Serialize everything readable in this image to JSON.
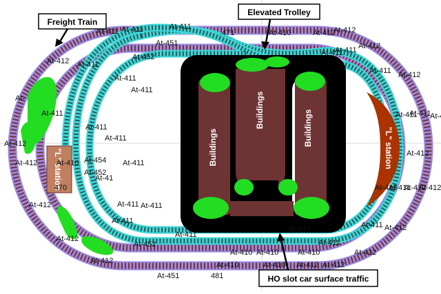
{
  "callouts": {
    "freight_train": "Freight Train",
    "elevated_trolley": "Elevated Trolley",
    "ho_slot_car": "HO slot car surface traffic"
  },
  "buildings": [
    "Buildings",
    "Buildings",
    "Buildings"
  ],
  "stations": {
    "left_station": "\"L\" station",
    "left_station_number": "470",
    "right_station": "\"L\" station"
  },
  "track_labels": {
    "t01": "At-411",
    "t02": "At-411",
    "t03": "471",
    "t04": "At-410",
    "t05": "At-412",
    "t06": "At-451",
    "t07": "At-452",
    "t08": "At-412",
    "t09": "At-411",
    "t10": "At-412",
    "t11": "At-411",
    "t12": "At-411",
    "t13": "At-411",
    "t14": "At-412",
    "t15": "At-411",
    "t16": "At-411",
    "t17": "At-4",
    "t18": "At-411",
    "t19": "At-412",
    "t20": "At-411",
    "t21": "At-412",
    "t22": "At-411",
    "t23": "At-411",
    "t24": "At-412",
    "t25": "At-410",
    "t26": "At-412",
    "t27": "At-454",
    "t28": "At-452",
    "t29": "At-41",
    "t30": "At-411",
    "t31": "At-412",
    "t32": "At-411",
    "t33": "At-412",
    "t34": "At-411",
    "t35": "At-412",
    "t36": "At-411",
    "t37": "At-412",
    "t38": "At-411",
    "t39": "At-412",
    "t40": "At-452",
    "t41": "At-411",
    "t42": "At-412",
    "t43": "At-410",
    "t44": "At-410",
    "t45": "At-410",
    "t46": "At-411",
    "t47": "At-412",
    "t48": "At-451",
    "t49": "481",
    "t50": "At-410",
    "t51": "At-410",
    "t52": "At-412",
    "t53": "At-412",
    "t54": "At-411",
    "t55": "At-411",
    "t56": "At-411",
    "t57": "At-412",
    "t58": "At-412",
    "t59": "At-"
  },
  "colors": {
    "outer_track": "#9a8ae0",
    "outer_ties": "#7a3030",
    "trolley_track": "#3fd6d6",
    "trolley_ties": "#2a5a5a",
    "slot_road": "#000000",
    "building": "#6e3434",
    "foliage": "#22dd22",
    "station_left": "#c08060",
    "station_right": "#aa3300"
  }
}
